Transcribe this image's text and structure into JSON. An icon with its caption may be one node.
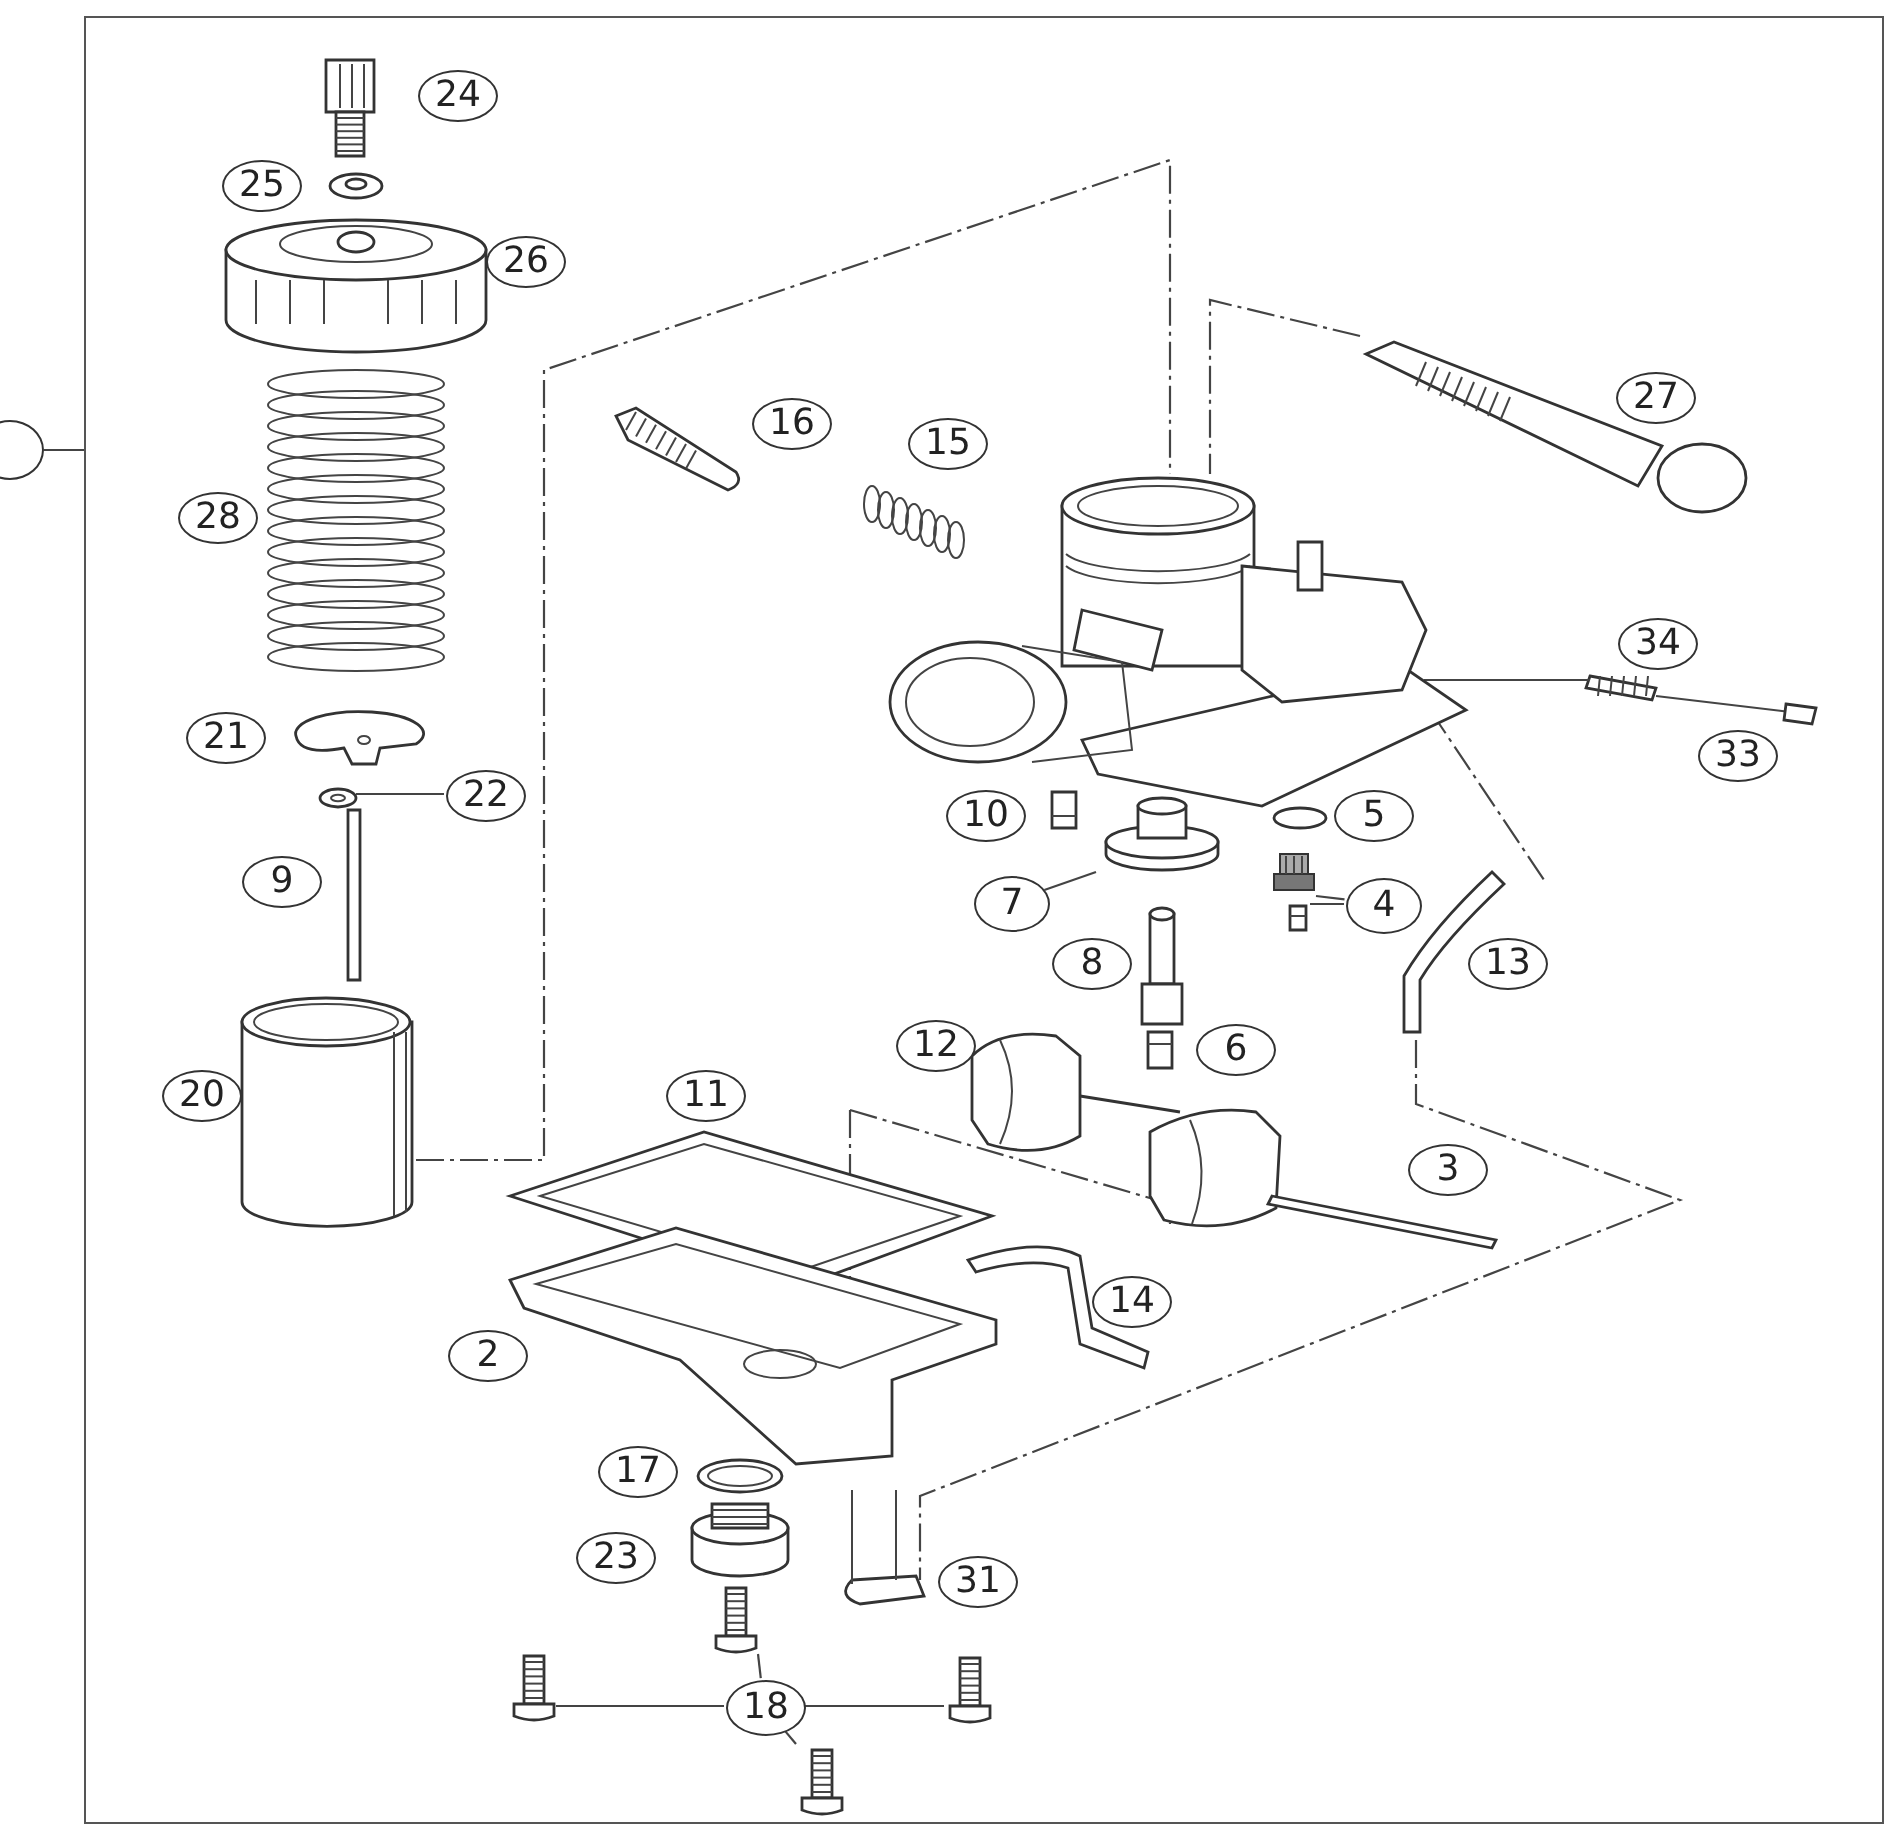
{
  "diagram": {
    "nodes": [
      {
        "text": [],
        "shape": "box"
      },
      {
        "text": [],
        "shape": "circle"
      },
      {
        "text": [
          "22"
        ],
        "in": 0
      },
      {
        "text": [],
        "shape": "picture",
        "in": 0
      },
      {
        "text": [
          "7"
        ],
        "in": 0
      },
      {
        "text": [],
        "shape": "picture",
        "in": 0
      },
      {
        "text": [
          "4"
        ],
        "in": 0
      },
      {
        "text": [],
        "shape": "picture",
        "in": 0
      },
      {
        "text": [],
        "shape": "picture",
        "in": 0
      },
      {
        "text": [
          "18"
        ],
        "in": 0
      },
      {
        "text": [],
        "shape": "picture",
        "in": 0
      },
      {
        "text": [],
        "shape": "picture",
        "in": 0
      },
      {
        "text": [],
        "shape": "picture",
        "in": 0
      },
      {
        "text": [],
        "shape": "picture",
        "in": 0
      },
      {
        "text": [
          "24"
        ],
        "in": 0
      },
      {
        "text": [
          "25"
        ],
        "in": 0
      },
      {
        "text": [
          "26"
        ],
        "in": 0
      },
      {
        "text": [
          "27"
        ],
        "in": 0
      },
      {
        "text": [
          "16"
        ],
        "in": 0
      },
      {
        "text": [
          "15"
        ],
        "in": 0
      },
      {
        "text": [
          "28"
        ],
        "in": 0
      },
      {
        "text": [
          "34"
        ],
        "in": 0
      },
      {
        "text": [
          "33"
        ],
        "in": 0
      },
      {
        "text": [
          "21"
        ],
        "in": 0
      },
      {
        "text": [
          "10"
        ],
        "in": 0
      },
      {
        "text": [
          "5"
        ],
        "in": 0
      },
      {
        "text": [
          "9"
        ],
        "in": 0
      },
      {
        "text": [
          "13"
        ],
        "in": 0
      },
      {
        "text": [
          "8"
        ],
        "in": 0
      },
      {
        "text": [
          "6"
        ],
        "in": 0
      },
      {
        "text": [
          "12"
        ],
        "in": 0
      },
      {
        "text": [
          "20"
        ],
        "in": 0
      },
      {
        "text": [
          "11"
        ],
        "in": 0
      },
      {
        "text": [
          "3"
        ],
        "in": 0
      },
      {
        "text": [
          "14"
        ],
        "in": 0
      },
      {
        "text": [
          "2"
        ],
        "in": 0
      },
      {
        "text": [
          "17"
        ],
        "in": 0
      },
      {
        "text": [
          "23"
        ],
        "in": 0
      },
      {
        "text": [
          "31"
        ],
        "in": 0
      },
      {
        "text": [],
        "shape": "picture",
        "in": 0
      },
      {
        "text": [],
        "shape": "picture",
        "in": 0
      },
      {
        "text": [],
        "shape": "picture",
        "in": 0
      }
    ],
    "edges": [
      {
        "from": 1,
        "to": 0,
        "arrow": "none"
      },
      {
        "from": 2,
        "to": 3,
        "arrow": "none"
      },
      {
        "from": 4,
        "to": 5,
        "arrow": "none"
      },
      {
        "from": 6,
        "to": 7,
        "arrow": "none"
      },
      {
        "from": 6,
        "to": 8,
        "arrow": "none"
      },
      {
        "from": 9,
        "to": 10,
        "arrow": "none"
      },
      {
        "from": 9,
        "to": 11,
        "arrow": "none"
      },
      {
        "from": 9,
        "to": 12,
        "arrow": "none"
      },
      {
        "from": 9,
        "to": 13,
        "arrow": "none"
      },
      {
        "from": 39,
        "to": 40,
        "arrow": "none",
        "style": "dashed"
      },
      {
        "from": 41,
        "to": 40,
        "arrow": "none",
        "style": "dashed"
      }
    ]
  }
}
